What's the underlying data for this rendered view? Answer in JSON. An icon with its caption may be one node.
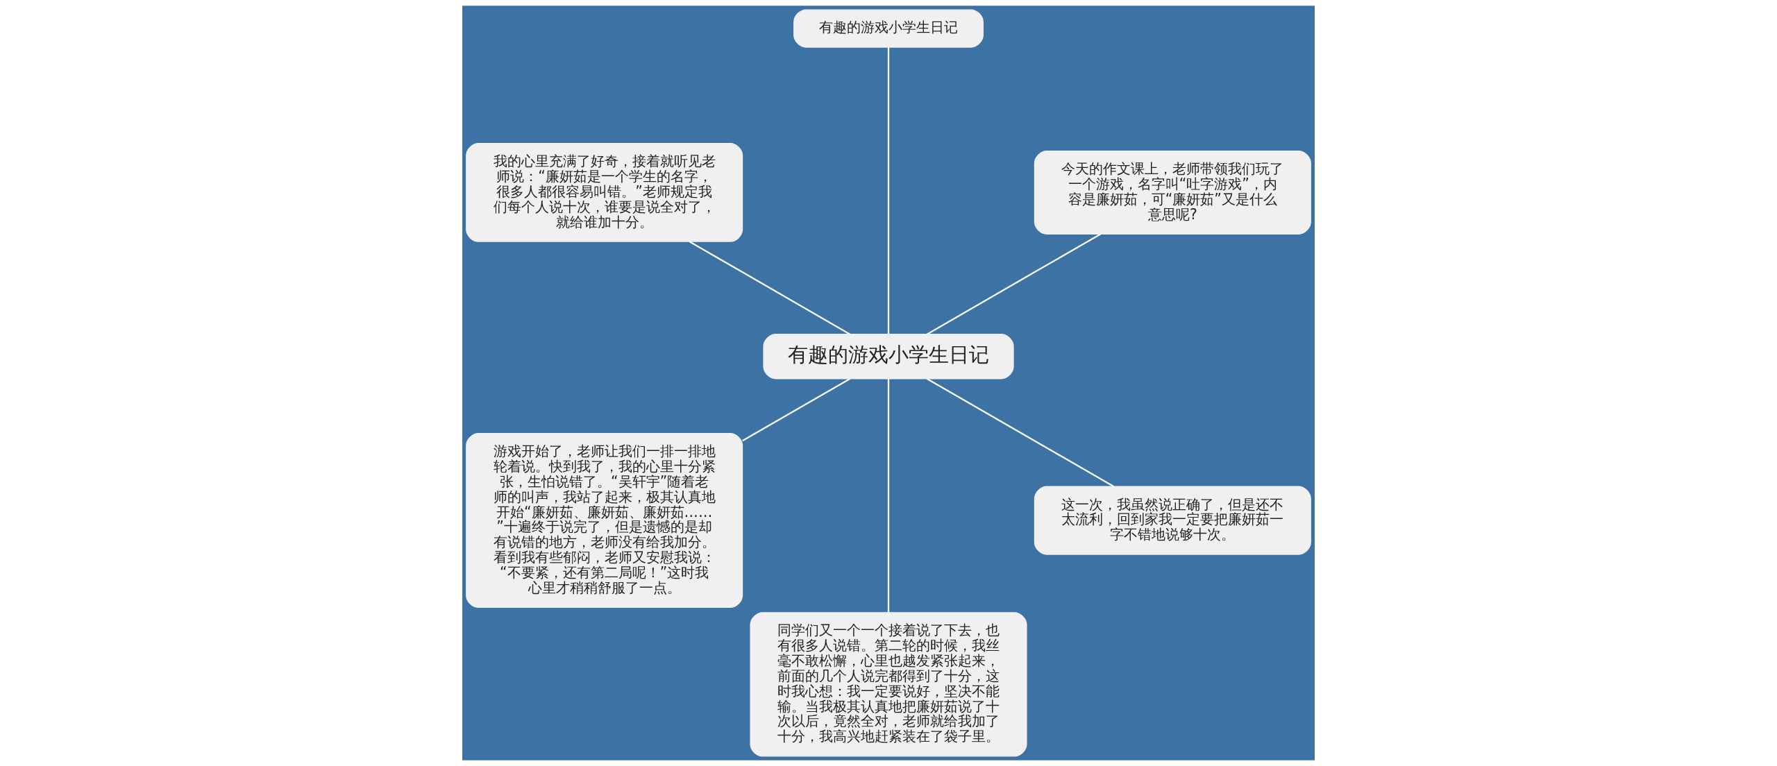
{
  "diagram": {
    "nodes": [
      {
        "text": [
          "有趣的游戏小学生日记"
        ]
      },
      {
        "text": [
          "今天的作文课上，老师带领我们玩了一个游戏，名字叫“吐字游戏”，内容是廉妍茹，可“廉妍茹”又是什么意思呢?"
        ]
      },
      {
        "text": [
          "有趣的游戏小学生日记"
        ]
      },
      {
        "text": [
          "我的心里充满了好奇，接着就听见老师说：“廉妍茹是一个学生的名字，很多人都很容易叫错。”老师规定我们每个人说十次，谁要是说全对了，就给谁加十分。"
        ]
      },
      {
        "text": [
          "游戏开始了，老师让我们一排一排地轮着说。快到我了，我的心里十分紧张，生怕说错了。“吴轩宇”随着老师的叫声，我站了起来，极其认真地开始“廉妍茹、廉妍茹、廉妍茹……”十遍终于说完了，但是遗憾的是却有说错的地方，老师没有给我加分。看到我有些郁闷，老师又安慰我说：“不要紧，还有第二局呢！”这时我心里才稍稍舒服了一点。"
        ]
      },
      {
        "text": [
          "同学们又一个一个接着说了下去，也有很多人说错。第二轮的时候，我丝毫不敢松懈，心里也越发紧张起来，前面的几个人说完都得到了十分，这时我心想：我一定要说好，坚决不能输。当我极其认真地把廉妍茹说了十次以后，竟然全对，老师就给我加了十分，我高兴地赶紧装在了袋子里。"
        ]
      },
      {
        "text": [
          "这一次，我虽然说正确了，但是还不太流利，回到家我一定要把廉妍茹一字不错地说够十次。"
        ]
      }
    ],
    "edges": [
      {
        "from": 0,
        "to": 1,
        "arrow": "none"
      },
      {
        "from": 0,
        "to": 2,
        "arrow": "none"
      },
      {
        "from": 0,
        "to": 3,
        "arrow": "none"
      },
      {
        "from": 0,
        "to": 4,
        "arrow": "none"
      },
      {
        "from": 0,
        "to": 5,
        "arrow": "none"
      },
      {
        "from": 0,
        "to": 6,
        "arrow": "none"
      }
    ]
  }
}
